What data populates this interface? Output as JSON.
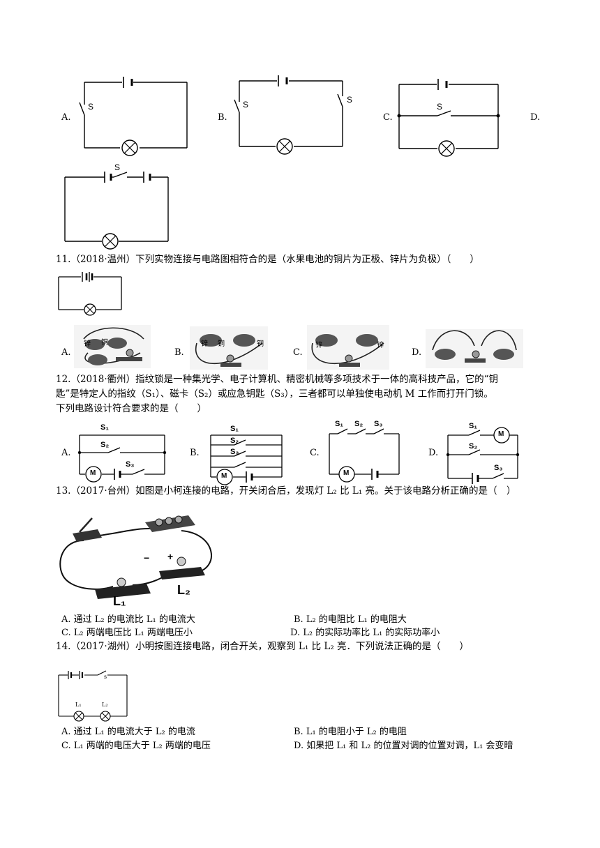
{
  "q10": {
    "options": [
      {
        "label": "A."
      },
      {
        "label": "B."
      },
      {
        "label": "C."
      },
      {
        "label": "D."
      }
    ],
    "switch_label": "S"
  },
  "q11": {
    "stem": "11.（2018·温州）下列实物连接与电路图相符合的是（水果电池的铜片为正极、锌片为负极）（　　）",
    "options": [
      "A.",
      "B.",
      "C.",
      "D."
    ],
    "fruit_labels": {
      "zinc": "锌",
      "copper": "铜"
    }
  },
  "q12": {
    "stem_line1": "12.（2018·衢州）指纹锁是一种集光学、电子计算机、精密机械等多项技术于一体的高科技产品，它的“钥",
    "stem_line2": "匙”是特定人的指纹（S₁）、磁卡（S₂）或应急钥匙（S₃），三者都可以单独使电动机 M 工作而打开门锁。",
    "stem_line3": "下列电路设计符合要求的是（　　）",
    "options": [
      "A.",
      "B.",
      "C.",
      "D."
    ],
    "labels": {
      "s1": "S₁",
      "s2": "S₂",
      "s3": "S₃",
      "motor": "M"
    }
  },
  "q13": {
    "stem": "13.（2017·台州）如图是小柯连接的电路，开关闭合后，发现灯 L₂ 比 L₁ 亮。关于该电路分析正确的是（　）",
    "figure_labels": {
      "minus": "−",
      "plus": "+",
      "l1": "L₁",
      "l2": "L₂"
    },
    "answers": [
      "A. 通过 L₂ 的电流比 L₁ 的电流大",
      "B. L₂ 的电阻比 L₁ 的电阻大",
      "C. L₂ 两端电压比 L₁ 两端电压小",
      "D. L₂ 的实际功率比 L₁ 的实际功率小"
    ]
  },
  "q14": {
    "stem": "14.（2017·湖州）小明按图连接电路，闭合开关，观察到 L₁ 比 L₂ 亮．下列说法正确的是（　　）",
    "figure_labels": {
      "s": "s",
      "l1": "L₁",
      "l2": "L₂"
    },
    "answers": [
      "A. 通过 L₁ 的电流大于 L₂ 的电流",
      "B. L₁ 的电阻小于 L₂ 的电阻",
      "C. L₁ 两端的电压大于 L₂ 两端的电压",
      "D. 如果把 L₁ 和 L₂ 的位置对调的位置对调，L₁ 会变暗"
    ]
  }
}
